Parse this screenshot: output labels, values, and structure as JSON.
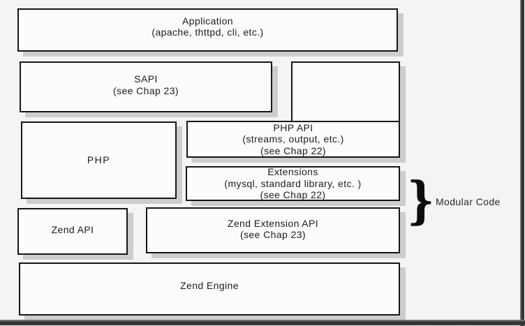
{
  "diagram": {
    "title_implicit": "PHP architecture layers",
    "boxes": {
      "application": {
        "lines": [
          "Application",
          "(apache, thttpd, cli, etc.)"
        ]
      },
      "sapi": {
        "lines": [
          "SAPI",
          "(see Chap 23)"
        ]
      },
      "empty": {
        "lines": []
      },
      "php": {
        "lines": [
          "PHP"
        ]
      },
      "php_api": {
        "lines": [
          "PHP API",
          "(streams, output, etc.)",
          "(see Chap 22)"
        ]
      },
      "extensions": {
        "lines": [
          "Extensions",
          "(mysql, standard library, etc. )",
          "(see Chap 22)"
        ]
      },
      "zend_api": {
        "lines": [
          "Zend API"
        ]
      },
      "zend_extension_api": {
        "lines": [
          "Zend Extension API",
          "(see Chap 23)"
        ]
      },
      "zend_engine": {
        "lines": [
          "Zend Engine"
        ]
      }
    },
    "annotation": {
      "brace_glyph": "}",
      "label": "Modular Code"
    },
    "colors": {
      "background": "#f5f4f2",
      "box_fill": "#fdfcfb",
      "box_border": "#161616",
      "box_shadow": "#cecdcc",
      "text": "#1c1c1c",
      "frame_bar": "#2e2e2e"
    }
  }
}
